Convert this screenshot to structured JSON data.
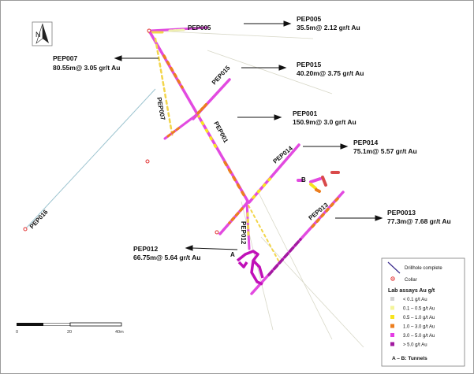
{
  "north_arrow": {
    "letter": "N"
  },
  "drillholes": [
    {
      "id": "PEP005",
      "result_id": "PEP005",
      "result_value": "35.5m@ 2.12 gr/t Au"
    },
    {
      "id": "PEP007",
      "result_id": "PEP007",
      "result_value": "80.55m@ 3.05 gr/t Au"
    },
    {
      "id": "PEP015",
      "result_id": "PEP015",
      "result_value": "40.20m@ 3.75 gr/t Au"
    },
    {
      "id": "PEP001",
      "result_id": "PEP001",
      "result_value": "150.9m@ 3.0 gr/t Au"
    },
    {
      "id": "PEP014",
      "result_id": "PEP014",
      "result_value": "75.1m@ 5.57 gr/t Au"
    },
    {
      "id": "PEP013",
      "result_id": "PEP0013",
      "result_value": "77.3m@ 7.68 gr/t Au"
    },
    {
      "id": "PEP012",
      "result_id": "PEP012",
      "result_value": "66.75m@ 5.64 gr/t Au"
    },
    {
      "id": "PEP016"
    }
  ],
  "tunnels": {
    "a": "A",
    "b": "B"
  },
  "scale_bar": {
    "ticks": [
      "0",
      "20",
      "40m"
    ]
  },
  "legend": {
    "drillhole_complete": "Drillhole complete",
    "collar": "Collar",
    "assay_title": "Lab assays Au g/t",
    "assay_classes": [
      {
        "label": "< 0.1 g/t Au",
        "color": "#d2d2d2"
      },
      {
        "label": "0.1 – 0.5 g/t Au",
        "color": "#f4f49a"
      },
      {
        "label": "0.5 – 1.0 g/t Au",
        "color": "#f7e41e"
      },
      {
        "label": "1.0 – 3.0 g/t Au",
        "color": "#ec7e1e"
      },
      {
        "label": "3.0 – 5.0 g/t Au",
        "color": "#e43ce4"
      },
      {
        "label": "> 5.0 g/t Au",
        "color": "#a21aa0"
      }
    ],
    "tunnels_note": "A – B: Tunnels"
  },
  "colors": {
    "drillhole_line": "#3a2a8c",
    "collar": "#e23030",
    "trace_default": "#e24ae0"
  }
}
